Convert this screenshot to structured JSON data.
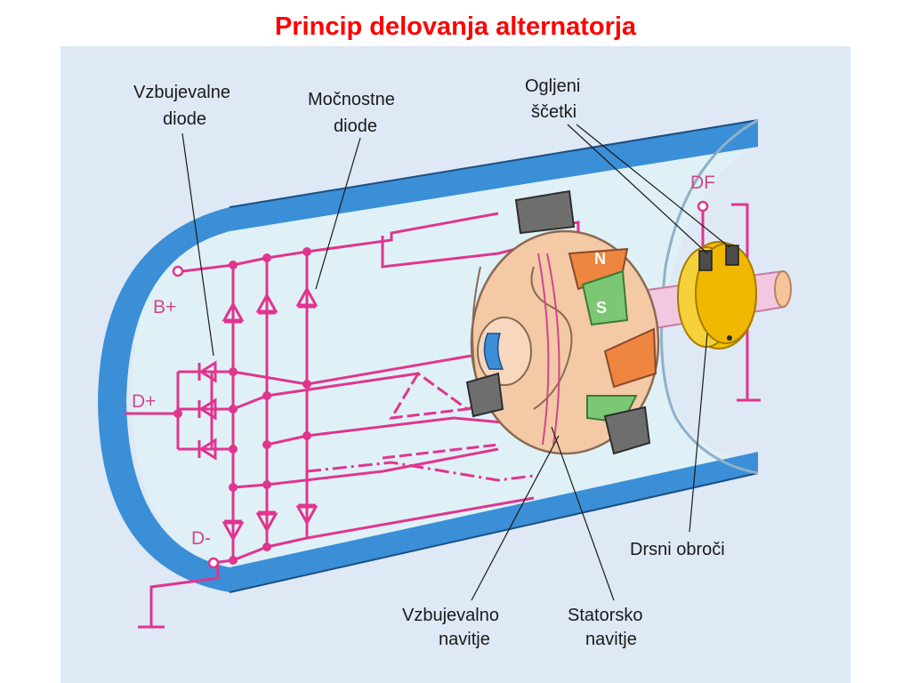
{
  "title": "Princip delovanja alternatorja",
  "labels": {
    "excitation_diodes": [
      "Vzbujevalne",
      "diode"
    ],
    "power_diodes": [
      "Močnostne",
      "diode"
    ],
    "carbon_brushes": [
      "Ogljeni",
      "ščetki"
    ],
    "slip_rings": "Drsni obroči",
    "excitation_winding": [
      "Vzbujevalno",
      "navitje"
    ],
    "stator_winding": [
      "Statorsko",
      "navitje"
    ]
  },
  "terminals": {
    "b_plus": "B+",
    "d_plus": "D+",
    "d_minus": "D-",
    "df": "DF"
  },
  "poles": {
    "north": "N",
    "south": "S"
  },
  "colors": {
    "title": "#ff0000",
    "circuit": "#e0358f",
    "housing_blue": "#3a8fd6",
    "housing_fill": "#dff1f6",
    "rotor": "#f3c9a6",
    "pole_north": "#ee8540",
    "pole_south": "#7cc774",
    "slip_ring": "#f2c000"
  }
}
